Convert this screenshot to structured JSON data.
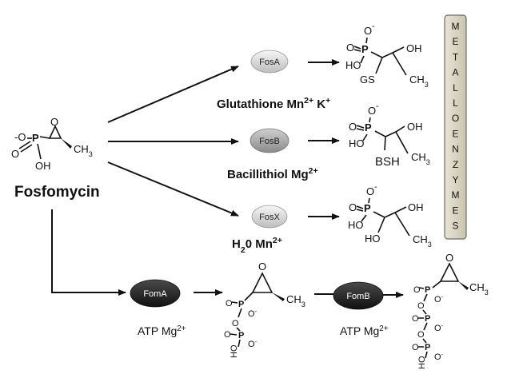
{
  "substrate": {
    "name": "Fosfomycin",
    "atoms": {
      "o_minus": "-O",
      "p": "P",
      "o_dbl": "O",
      "oh": "OH",
      "ring_o": "O",
      "ch3": "CH3"
    }
  },
  "metalloenzymes_label": "METALLOENZYMES",
  "metalloenzymes_letters": [
    "M",
    "E",
    "T",
    "A",
    "L",
    "L",
    "O",
    "E",
    "N",
    "Z",
    "Y",
    "M",
    "E",
    "S"
  ],
  "branches": [
    {
      "enzyme": "FosA",
      "conditions": "Glutathione Mn2+ K+",
      "product_group": "GS"
    },
    {
      "enzyme": "FosB",
      "conditions": "Bacillithiol Mg2+",
      "product_group": "BSH"
    },
    {
      "enzyme": "FosX",
      "conditions": "H20 Mn2+",
      "product_group": "HO"
    }
  ],
  "pathway": [
    {
      "enzyme": "FomA",
      "conditions": "ATP Mg2+"
    },
    {
      "enzyme": "FomB",
      "conditions": "ATP Mg2+"
    }
  ],
  "product_atoms": {
    "o_minus": "O-",
    "p": "P",
    "o": "O",
    "ho": "HO",
    "oh": "OH",
    "ch3": "CH3"
  },
  "colors": {
    "enzyme_light": "#d9d9d9",
    "enzyme_dark": "#262626",
    "box": "#d8d4c2"
  }
}
